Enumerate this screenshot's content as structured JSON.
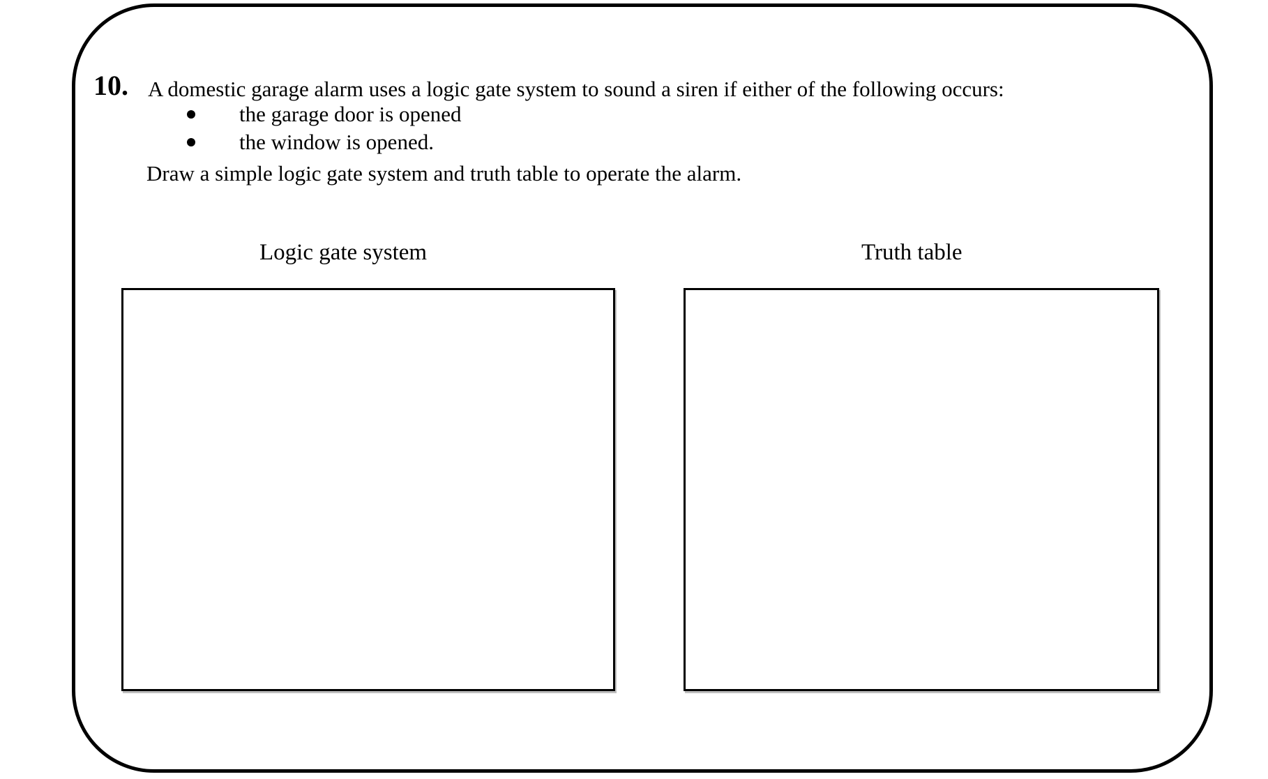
{
  "document": {
    "question_number": "10.",
    "question_text": "A domestic garage alarm uses a logic gate system to sound a siren if either of the following occurs:",
    "bullets": [
      "the garage door is opened",
      "the window is opened."
    ],
    "instruction": "Draw a simple logic gate system and truth table to operate the alarm.",
    "panels": [
      {
        "label": "Logic gate system"
      },
      {
        "label": "Truth table"
      }
    ],
    "colors": {
      "ink": "#000000",
      "paper": "#ffffff"
    }
  }
}
